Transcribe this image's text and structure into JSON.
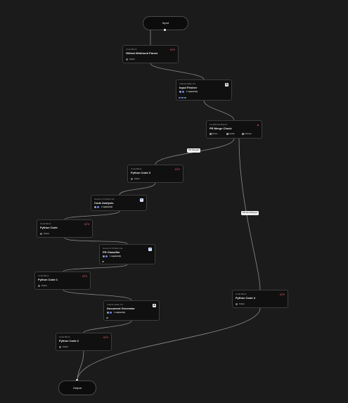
{
  "terminals": {
    "input": {
      "label": "Input"
    },
    "output": {
      "label": "Output"
    }
  },
  "nodes": {
    "github_parser": {
      "kind": "Code Block",
      "title": "Github Webhook Parser",
      "lang": "Python",
      "icon": "code-icon"
    },
    "input_fetcher": {
      "kind": "Claude Haiku 4.5",
      "title": "Input Fetcher",
      "tool": "1 segment(s)",
      "icon": "anthropic-icon"
    },
    "pr_merge": {
      "kind": "Conditional Branch",
      "title": "PR Merge Check",
      "branches": [
        "Python",
        "Handle",
        "3 Routes"
      ],
      "icon": "branch-icon"
    },
    "python3": {
      "kind": "Code Block",
      "title": "Python Code 3",
      "lang": "Python",
      "icon": "code-icon"
    },
    "code_analysis": {
      "kind": "Gemini 2.0 Flash Lite",
      "title": "Code Analysis",
      "tool": "1 segment(s)",
      "icon": "gemini-icon"
    },
    "python_code": {
      "kind": "Code Block",
      "title": "Python Code",
      "lang": "Python",
      "icon": "code-icon"
    },
    "pr_classifier": {
      "kind": "Gemini 2.0 Flash Lite",
      "title": "PR Classifier",
      "tool": "1 segment(s)",
      "icon": "gemini-icon"
    },
    "python1": {
      "kind": "Code Block",
      "title": "Python Code 1",
      "lang": "Python",
      "icon": "code-icon"
    },
    "doc_gen": {
      "kind": "Claude Haiku 4.5",
      "title": "Document Generator",
      "tool": "1 segment(s)",
      "icon": "anthropic-icon"
    },
    "python2": {
      "kind": "Code Block",
      "title": "Python Code 2",
      "lang": "Python",
      "icon": "code-icon"
    },
    "python4": {
      "kind": "Code Block",
      "title": "Python Code 4",
      "lang": "Python",
      "icon": "code-icon"
    }
  },
  "edge_labels": {
    "merged": "PR Merged",
    "not_merged": "PR Not Merged"
  },
  "colors": {
    "background": "#1b1b1b",
    "node_bg": "#101010",
    "edge": "#8c8c8c",
    "code_accent": "#ff5f6d"
  }
}
